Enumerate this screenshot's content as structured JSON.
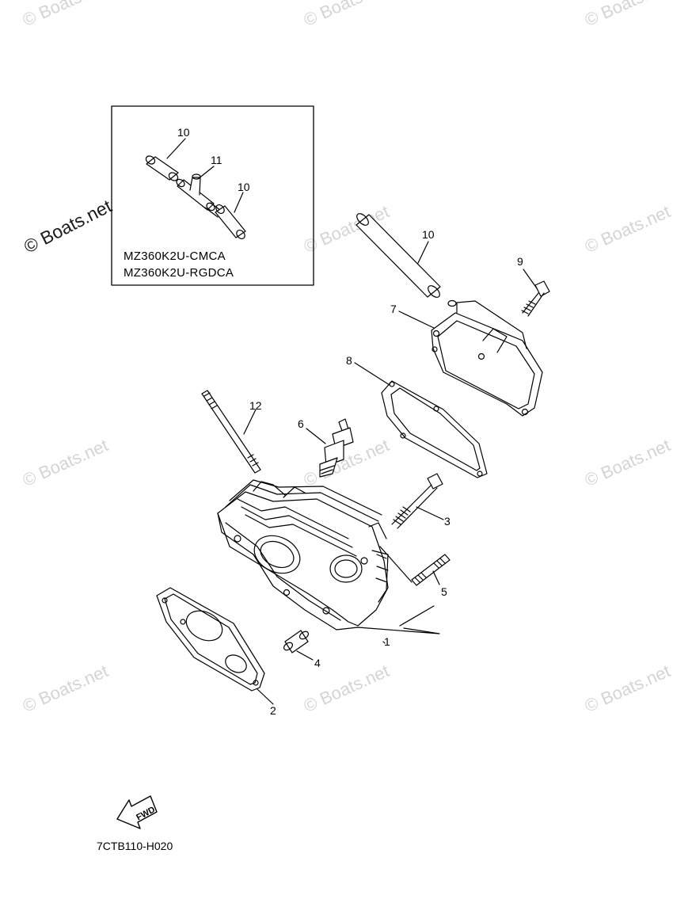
{
  "watermarks": {
    "light_text": "© Boats.net",
    "dark_text": "© Boats.net"
  },
  "inset": {
    "models": [
      "MZ360K2U-CMCA",
      "MZ360K2U-RGDCA"
    ],
    "callouts": [
      "10",
      "11",
      "10"
    ]
  },
  "callouts": {
    "p1": "1",
    "p2": "2",
    "p3": "3",
    "p4": "4",
    "p5": "5",
    "p6": "6",
    "p7": "7",
    "p8": "8",
    "p9": "9",
    "p10": "10",
    "p12": "12"
  },
  "fwd_label": "FWD",
  "drawing_code": "7CTB110-H020",
  "colors": {
    "line": "#000000",
    "watermark": "#d4d4d4"
  }
}
